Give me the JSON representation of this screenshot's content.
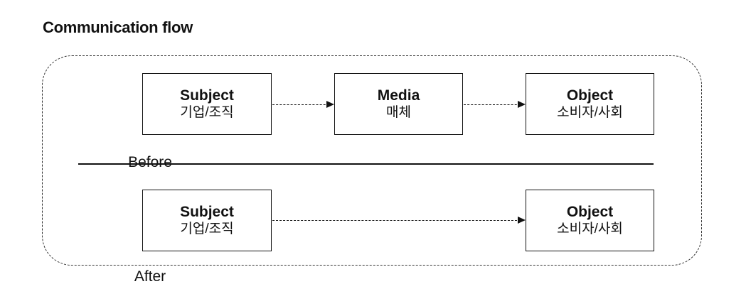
{
  "page_title": "Communication flow",
  "colors": {
    "background": "#ffffff",
    "line": "#111111",
    "text": "#111111"
  },
  "flow": {
    "rows": [
      {
        "label": "Before",
        "nodes": [
          {
            "title": "Subject",
            "subtitle": "기업/조직"
          },
          {
            "title": "Media",
            "subtitle": "매체"
          },
          {
            "title": "Object",
            "subtitle": "소비자/사회"
          }
        ],
        "connections": [
          {
            "from": "Subject",
            "to": "Media",
            "style": "dashed-arrow"
          },
          {
            "from": "Media",
            "to": "Object",
            "style": "dashed-arrow"
          }
        ]
      },
      {
        "label": "After",
        "nodes": [
          {
            "title": "Subject",
            "subtitle": "기업/조직"
          },
          {
            "title": "Object",
            "subtitle": "소비자/사회"
          }
        ],
        "connections": [
          {
            "from": "Subject",
            "to": "Object",
            "style": "dashed-arrow"
          }
        ]
      }
    ]
  }
}
